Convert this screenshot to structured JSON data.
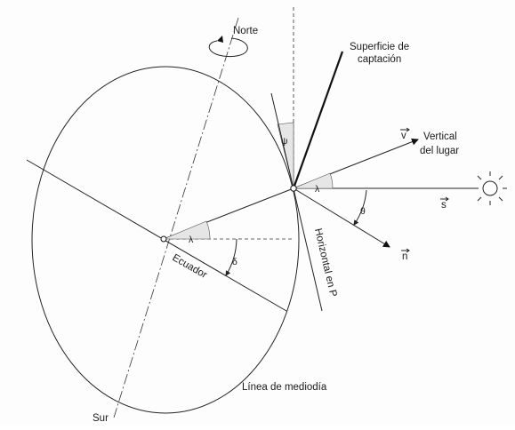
{
  "labels": {
    "norte": "Norte",
    "sur": "Sur",
    "superficie": [
      "Superficie de",
      "captación"
    ],
    "vertical_vec": "v",
    "vertical": [
      "Vertical",
      "del lugar"
    ],
    "sol_vec": "s",
    "normal_vec": "n",
    "horizontal": "Horizontal en P",
    "ecuador": "Ecuador",
    "linea_mediodia": "Línea de mediodía"
  },
  "symbols": {
    "lambda": "λ",
    "delta": "δ",
    "theta": "θ",
    "psi": "ψ"
  },
  "icons": {
    "sun": "sun-icon",
    "rotation": "rotation-arrow-icon"
  },
  "colors": {
    "ink": "#1a1a1a",
    "shade": "#e6e6e6"
  }
}
